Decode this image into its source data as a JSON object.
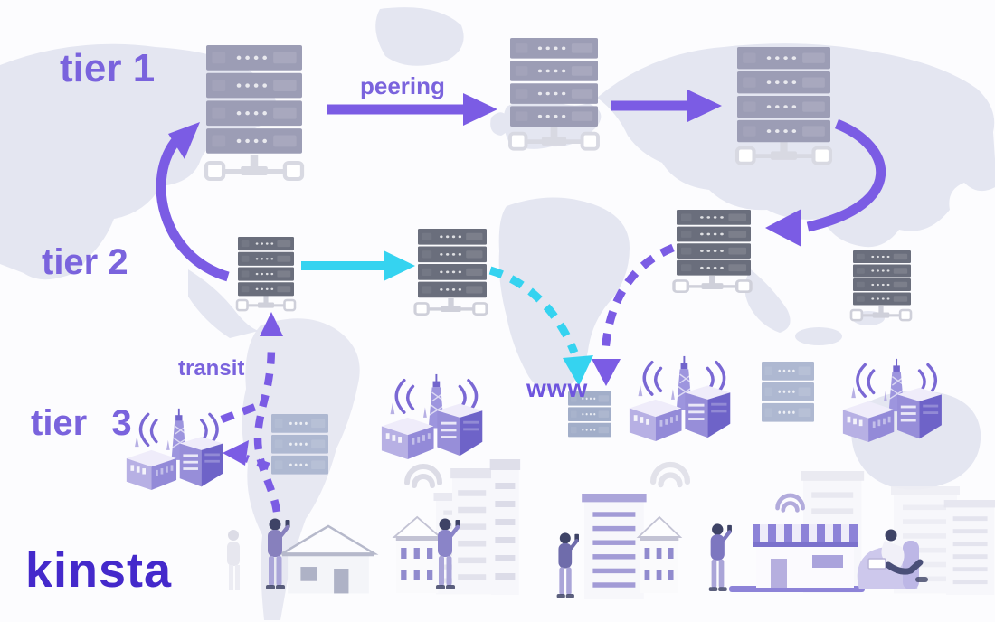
{
  "title": "Internet tier hierarchy diagram (tier 1 / tier 2 / tier 3) over a world map",
  "brand": {
    "logo_text": "kinsta",
    "logo_color": "#4429cb"
  },
  "labels": {
    "tier1": "tier 1",
    "tier2": "tier 2",
    "tier3": "tier 3",
    "peering": "peering",
    "transit": "transit",
    "www": "www"
  },
  "colors": {
    "label_purple": "#7a63dd",
    "arrow_purple": "#7b5ce4",
    "arrow_cyan": "#35d3f0",
    "tier1_server": "#9c9db5",
    "tier2_server": "#6a6e7c",
    "edge_server": "#aeb8d1",
    "web_server": "#a2aec9",
    "connector_gray": "#d4d5df",
    "map_land": "#e4e6f1",
    "isp_purple": "#8f87d8"
  },
  "diagram": {
    "type": "network-hierarchy",
    "nodes": [
      {
        "id": "tier1-server-1",
        "tier": "tier 1",
        "kind": "backbone-server-rack"
      },
      {
        "id": "tier1-server-2",
        "tier": "tier 1",
        "kind": "backbone-server-rack"
      },
      {
        "id": "tier1-server-3",
        "tier": "tier 1",
        "kind": "backbone-server-rack"
      },
      {
        "id": "tier2-server-1",
        "tier": "tier 2",
        "kind": "server-rack"
      },
      {
        "id": "tier2-server-2",
        "tier": "tier 2",
        "kind": "server-rack"
      },
      {
        "id": "tier2-server-3",
        "tier": "tier 2",
        "kind": "server-rack"
      },
      {
        "id": "tier2-server-4",
        "tier": "tier 2",
        "kind": "server-rack"
      },
      {
        "id": "web-server",
        "tier": "www",
        "kind": "web-server-rack"
      },
      {
        "id": "local-server-1",
        "tier": "tier 3",
        "kind": "local-server-rack"
      },
      {
        "id": "local-server-2",
        "tier": "tier 3",
        "kind": "local-server-rack"
      },
      {
        "id": "isp-station-1",
        "tier": "tier 3",
        "kind": "isp-cell-tower-station"
      },
      {
        "id": "isp-station-2",
        "tier": "tier 3",
        "kind": "isp-cell-tower-station"
      },
      {
        "id": "isp-station-3",
        "tier": "tier 3",
        "kind": "isp-cell-tower-station"
      },
      {
        "id": "isp-station-4",
        "tier": "tier 3",
        "kind": "isp-cell-tower-station"
      },
      {
        "id": "end-users",
        "tier": "tier 3",
        "kind": "people-houses-shops-city"
      }
    ],
    "edges": [
      {
        "from": "tier1-server-1",
        "to": "tier1-server-2",
        "label": "peering",
        "style": "solid-arrow",
        "color": "purple"
      },
      {
        "from": "tier1-server-2",
        "to": "tier1-server-3",
        "label": "peering",
        "style": "solid-arrow",
        "color": "purple"
      },
      {
        "from": "tier2-server-1",
        "to": "tier1-server-1",
        "label": "",
        "style": "solid-curved-arrow",
        "color": "purple"
      },
      {
        "from": "tier1-server-3",
        "to": "tier2-server-3",
        "label": "",
        "style": "solid-curved-arrow",
        "color": "purple"
      },
      {
        "from": "tier2-server-1",
        "to": "tier2-server-2",
        "label": "",
        "style": "solid-arrow",
        "color": "cyan"
      },
      {
        "from": "tier2-server-2",
        "to": "web-server",
        "label": "www",
        "style": "dashed-curved-arrow",
        "color": "cyan"
      },
      {
        "from": "tier2-server-3",
        "to": "web-server",
        "label": "www",
        "style": "dashed-curved-arrow",
        "color": "purple"
      },
      {
        "from": "end-users",
        "to": "tier2-server-1",
        "label": "transit",
        "style": "dashed-arrow",
        "color": "purple"
      },
      {
        "from": "transit-line",
        "to": "isp-station-1",
        "label": "",
        "style": "dashed-arrow",
        "color": "purple"
      },
      {
        "from": "isp-station-1",
        "to": "transit-line",
        "label": "",
        "style": "dashed-line",
        "color": "purple"
      }
    ]
  }
}
